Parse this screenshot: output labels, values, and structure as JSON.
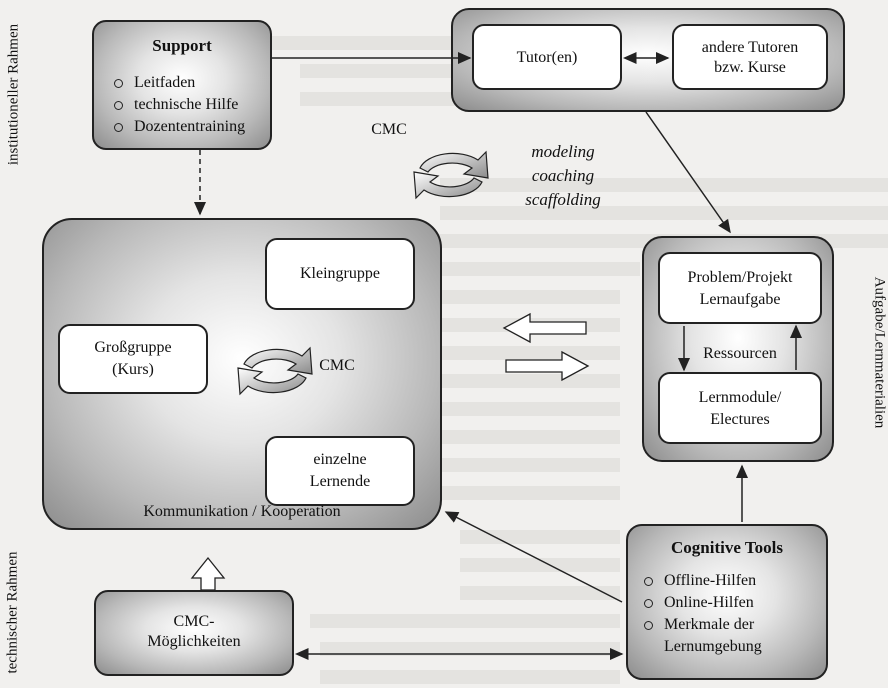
{
  "support": {
    "title": "Support",
    "items": [
      "Leitfaden",
      "technische Hilfe",
      "Dozententraining"
    ]
  },
  "tutor_box": {
    "tutor": "Tutor(en)",
    "others_line1": "andere Tutoren",
    "others_line2": "bzw. Kurse"
  },
  "cmc_top": {
    "label": "CMC",
    "methods": [
      "modeling",
      "coaching",
      "scaffolding"
    ]
  },
  "main_box": {
    "kleingruppe": "Kleingruppe",
    "grossgruppe_line1": "Großgruppe",
    "grossgruppe_line2": "(Kurs)",
    "cmc": "CMC",
    "einzelne_line1": "einzelne",
    "einzelne_line2": "Lernende",
    "footer": "Kommunikation / Kooperation"
  },
  "materials": {
    "problem_line1": "Problem/Projekt",
    "problem_line2": "Lernaufgabe",
    "ressourcen": "Ressourcen",
    "lernmodule_line1": "Lernmodule/",
    "lernmodule_line2": "Electures"
  },
  "cognitive": {
    "title": "Cognitive Tools",
    "items": [
      "Offline-Hilfen",
      "Online-Hilfen",
      "Merkmale der",
      "Lernumgebung"
    ]
  },
  "cmc_moeglichkeiten": {
    "line1": "CMC-",
    "line2": "Möglichkeiten"
  },
  "side_labels": {
    "institutional": "institutioneller Rahmen",
    "technical": "technischer Rahmen",
    "task": "Aufgabe/Lernmaterialien"
  }
}
